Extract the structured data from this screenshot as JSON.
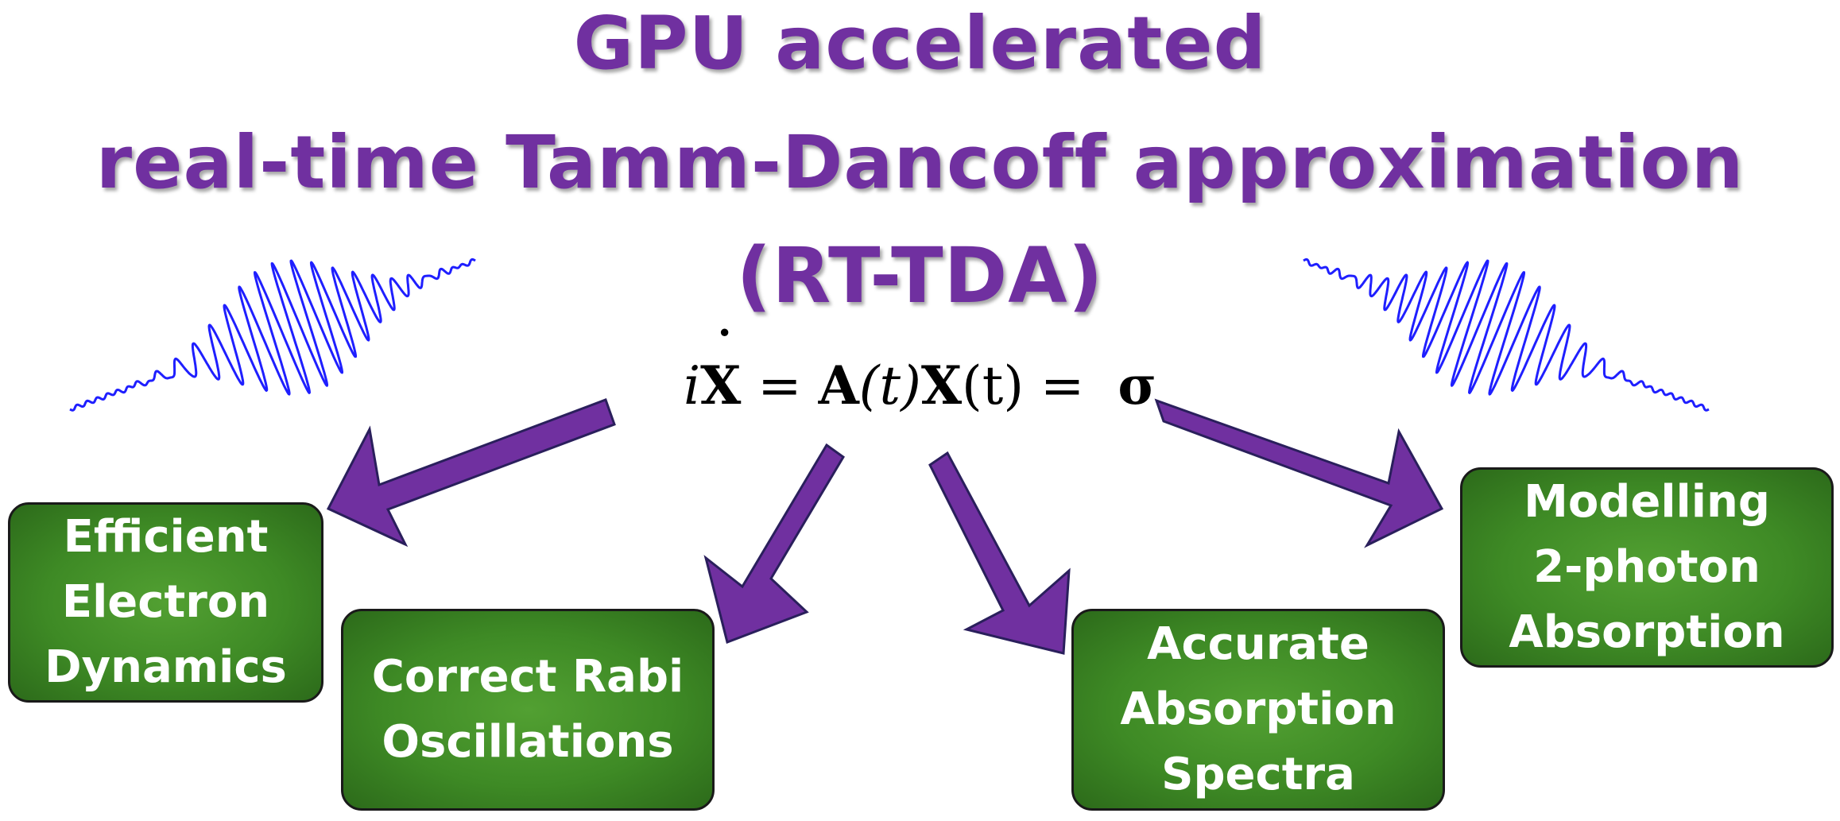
{
  "title": {
    "line1": "GPU accelerated",
    "line2": "real-time Tamm-Dancoff approximation",
    "line3": "(RT-TDA)"
  },
  "equation": {
    "i": "i",
    "x": "X",
    "eq1": " = ",
    "A": "A",
    "t_italic": "(t)",
    "X2": "X",
    "t_roman": "(t)",
    "eq2": " =  ",
    "sigma": "σ"
  },
  "boxes": {
    "efficient": "Efficient\nElectron\nDynamics",
    "rabi": "Correct Rabi\nOscillations",
    "absorption": "Accurate\nAbsorption\nSpectra",
    "two_photon": "Modelling\n2-photon\nAbsorption"
  },
  "colors": {
    "title": "#7030a0",
    "arrow_fill": "#7030a0",
    "arrow_stroke": "#2a1f5c",
    "box_green": "#3e8a25",
    "pulse": "#1f1fff"
  },
  "icons": {
    "left_pulse": "laser-pulse-icon",
    "right_pulse": "laser-pulse-icon"
  }
}
